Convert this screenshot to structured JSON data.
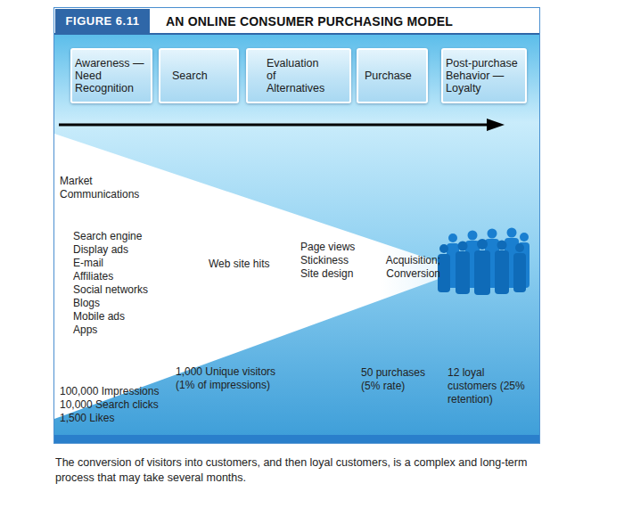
{
  "diagram": {
    "title": "AN ONLINE CONSUMER PURCHASING MODEL",
    "caption": "The conversion of visitors into customers, and then loyal customers, is a complex and long-term process that may take several months.",
    "nodes": [
      {
        "text": [
          "Awareness — Need Recognition"
        ]
      },
      {
        "text": [
          "Search"
        ]
      },
      {
        "text": [
          "Evaluation of Alternatives"
        ]
      },
      {
        "text": [
          "Purchase"
        ]
      },
      {
        "text": [
          "Post-purchase Behavior — Loyalty"
        ]
      }
    ],
    "labels": [
      "FIGURE 6.11",
      "Market Communications",
      "Search engine",
      "Display ads",
      "E-mail",
      "Affiliates",
      "Social networks",
      "Blogs",
      "Mobile ads",
      "Apps",
      "Web site hits",
      "Page views",
      "Stickiness",
      "Site design",
      "Acquisition; Conversion",
      "100,000 Impressions",
      "10,000 Search clicks",
      "1,500 Likes",
      "1,000 Unique visitors (1% of impressions)",
      "50 purchases (5% rate)",
      "12 loyal customers (25% retention)"
    ]
  }
}
